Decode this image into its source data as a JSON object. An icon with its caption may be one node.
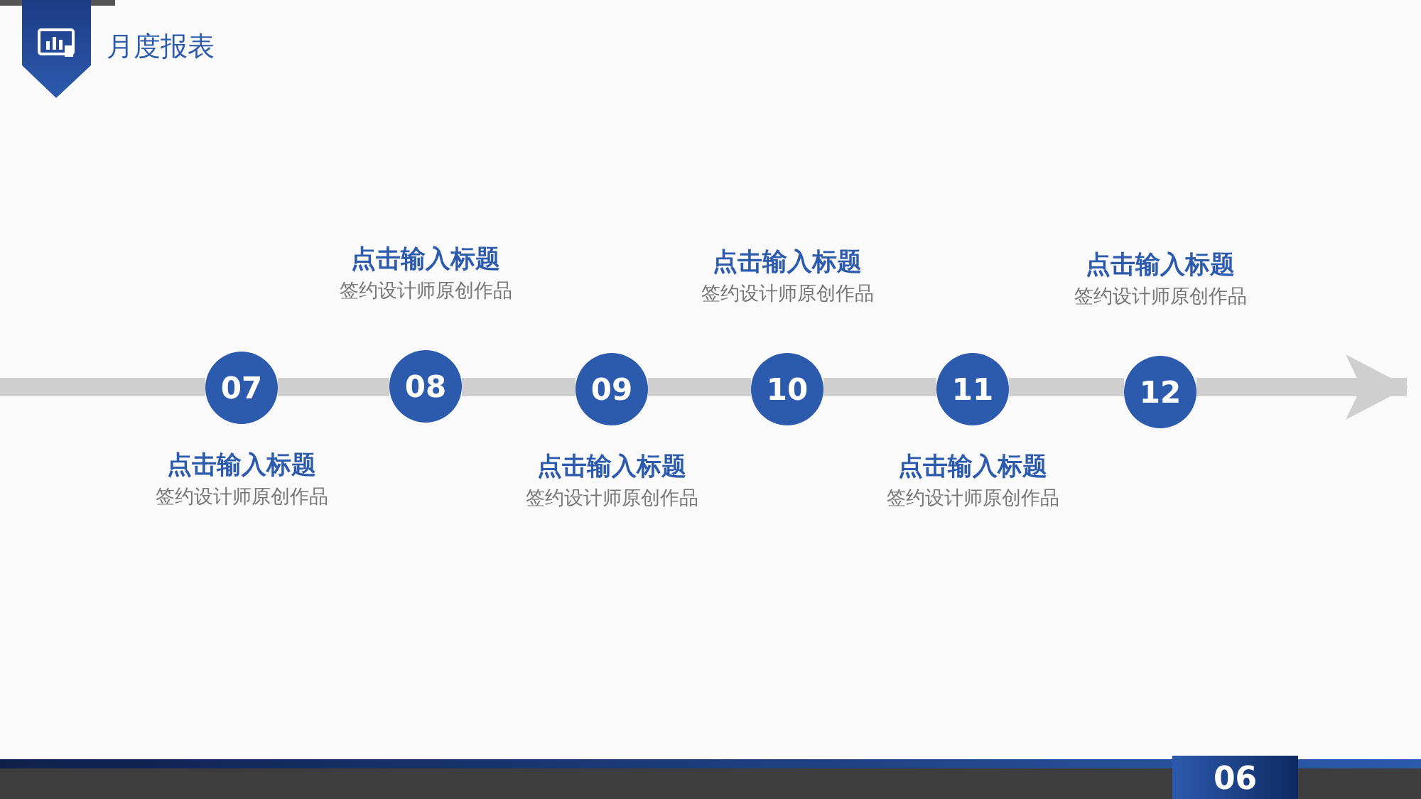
{
  "diagram": {
    "title": "月度报表",
    "nodes": [
      {
        "text": [
          "07"
        ],
        "beside": [
          "点击输入标题",
          "签约设计师原创作品"
        ]
      },
      {
        "text": [
          "08"
        ],
        "beside": [
          "点击输入标题",
          "签约设计师原创作品"
        ]
      },
      {
        "text": [
          "09"
        ],
        "beside": [
          "点击输入标题",
          "签约设计师原创作品"
        ]
      },
      {
        "text": [
          "10"
        ],
        "beside": [
          "点击输入标题",
          "签约设计师原创作品"
        ]
      },
      {
        "text": [
          "11"
        ],
        "beside": [
          "点击输入标题",
          "签约设计师原创作品"
        ]
      },
      {
        "text": [
          "12"
        ],
        "beside": [
          "点击输入标题",
          "签约设计师原创作品"
        ]
      }
    ],
    "edges": [
      {
        "from": null,
        "to": 0,
        "arrow": "none"
      },
      {
        "from": 0,
        "to": 1,
        "arrow": "none"
      },
      {
        "from": 1,
        "to": 2,
        "arrow": "none"
      },
      {
        "from": 2,
        "to": 3,
        "arrow": "none"
      },
      {
        "from": 3,
        "to": 4,
        "arrow": "none"
      },
      {
        "from": 4,
        "to": 5,
        "arrow": "none"
      },
      {
        "from": 5,
        "to": null,
        "arrow": "to"
      }
    ],
    "labels": [
      "06"
    ]
  }
}
